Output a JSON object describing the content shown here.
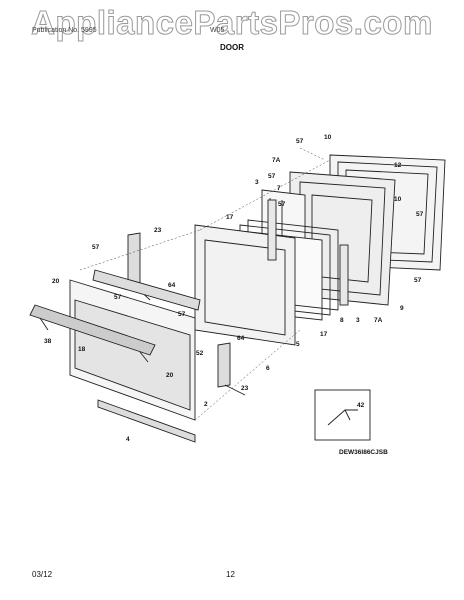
{
  "watermark": "AppliancePartsPros.com",
  "header": {
    "left": "Publication No. 5995",
    "right": "W05"
  },
  "section_title": "DOOR",
  "diagram_code": "DEW36I86CJSB",
  "footer": {
    "date": "03/12",
    "page": "12"
  },
  "callouts": [
    "57",
    "10",
    "12",
    "7A",
    "57",
    "7",
    "3",
    "57",
    "10",
    "57",
    "17",
    "23",
    "57",
    "20",
    "64",
    "57",
    "38",
    "18",
    "57",
    "52",
    "20",
    "64",
    "23",
    "6",
    "8",
    "3",
    "7A",
    "9",
    "57",
    "5",
    "17",
    "2",
    "4",
    "42"
  ]
}
